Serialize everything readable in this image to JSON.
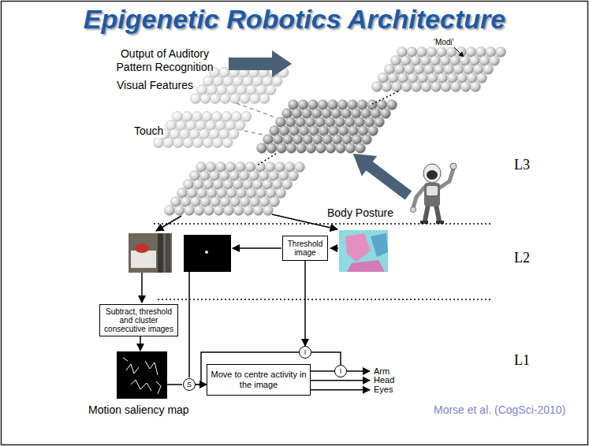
{
  "diagram": {
    "title": "Epigenetic Robotics Architecture",
    "nodes": [
      {
        "text": [
          "Threshold image"
        ]
      },
      {
        "text": [
          "Subtract, threshold and cluster consecutive images"
        ]
      },
      {
        "text": [
          "S"
        ]
      },
      {
        "text": [
          "Move to centre activity in the image"
        ]
      },
      {
        "text": [
          "I"
        ]
      },
      {
        "text": [
          "I"
        ]
      }
    ],
    "edges": [
      {
        "from": 2,
        "to": 3,
        "arrow": "to"
      },
      {
        "from": 2,
        "to": 4,
        "arrow": "none"
      },
      {
        "from": 0,
        "to": 4,
        "arrow": "to"
      },
      {
        "from": 4,
        "to": 5,
        "arrow": "none"
      },
      {
        "from": 3,
        "to": 5,
        "arrow": "none"
      }
    ],
    "labels": [
      "Output of Auditory Pattern Recognition",
      "'Modi'",
      "Visual Features",
      "Touch",
      "Body Posture",
      "L3",
      "L2",
      "L1",
      "Arm",
      "Head",
      "Eyes",
      "Motion saliency map",
      "Morse et al. (CogSci-2010)"
    ]
  }
}
